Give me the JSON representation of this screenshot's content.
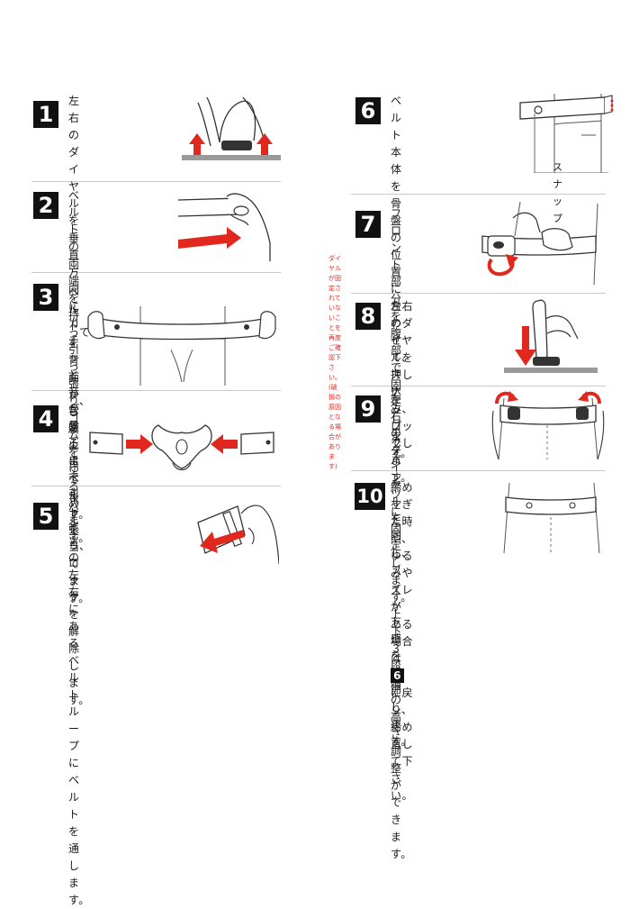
{
  "colors": {
    "accent": "#e0281e",
    "badge": "#111111",
    "divider": "#c9c9c9"
  },
  "steps": [
    {
      "num": "1",
      "text": "左右のダイヤルを\n垂直方向にカチッと\n音がするまで引っ張り、\nロックを解除します。",
      "icon": "dial-pull-up-icon"
    },
    {
      "num": "2",
      "text": "ベルトの両端を\n持って引っ張り、\nゴムをゆるめます。",
      "icon": "hands-stretch-belt-icon"
    },
    {
      "num": "3",
      "text": "ベルトを背面から腰に当てます。",
      "icon": "belt-on-back-icon"
    },
    {
      "num": "4",
      "text": "骨盤上にベルトを当てます。",
      "icon": "pelvis-belt-icon"
    },
    {
      "num": "5",
      "text": "パンツの左右にある\nベルトループに\nベルトを通します。",
      "icon": "belt-loop-icon"
    },
    {
      "num": "6",
      "text": "ベルト本体を骨盤の\n位置に合わせて、\nスナップでパンツに\n固定します。上下３段階の\n高さ調整ができます。",
      "icon": "snap-pants-icon",
      "label": "スナップ"
    },
    {
      "num": "7",
      "text": "フロント部分を\n腹部で固定\nします。",
      "icon": "front-fasten-icon",
      "warning": "ダイヤルが固定されていないことを\n再度ご確認下さい。\n(破損の原因となる場合があります)"
    },
    {
      "num": "8",
      "text": "左右のダイヤルを\n押し込み、\nロックします。",
      "icon": "dial-press-down-icon"
    },
    {
      "num": "9",
      "text": "左右のダイヤルを\n回し､フィット感\nを調節します。",
      "icon": "dial-rotate-icon"
    },
    {
      "num": "10",
      "text_a": "締めすぎた時や、\nゆるみやズレが\nある場合は",
      "text_ref": "6",
      "text_b": "に戻り、\n締め直して下さい。",
      "icon": "belt-finished-icon"
    }
  ]
}
